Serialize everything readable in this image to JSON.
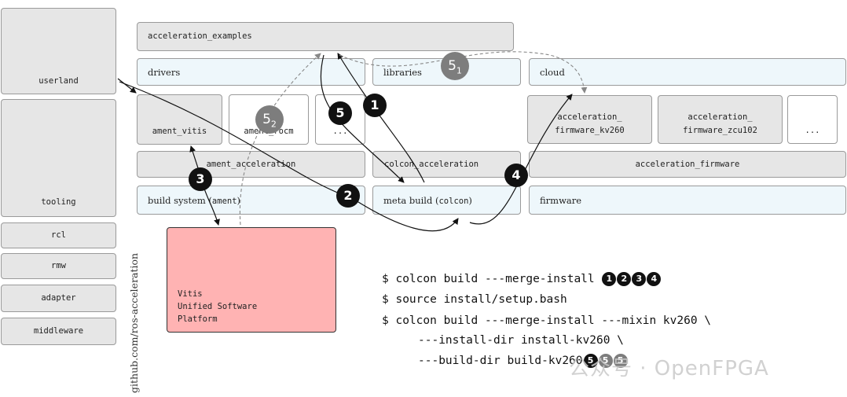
{
  "layers": {
    "userland": "userland",
    "tooling": "tooling",
    "rcl": "rcl",
    "rmw": "rmw",
    "adapter": "adapter",
    "middleware": "middleware"
  },
  "top": {
    "acceleration_examples": "acceleration_examples",
    "drivers": "drivers",
    "libraries": "libraries",
    "cloud": "cloud"
  },
  "packages": {
    "ament_vitis": "ament_vitis",
    "ament_rocm": "ament_rocm",
    "ellipsis_1": "...",
    "firmware_kv260_l1": "acceleration_",
    "firmware_kv260_l2": "firmware_kv260",
    "firmware_zcu102_l1": "acceleration_",
    "firmware_zcu102_l2": "firmware_zcu102",
    "ellipsis_2": "..."
  },
  "tooling_row": {
    "ament_acceleration": "ament_acceleration",
    "colcon_acceleration": "colcon_acceleration",
    "acceleration_firmware": "acceleration_firmware"
  },
  "build_row": {
    "build_system_prefix": "build system (",
    "build_system_code": "ament",
    "build_system_suffix": ")",
    "meta_build_prefix": "meta build (",
    "meta_build_code": "colcon",
    "meta_build_suffix": ")",
    "firmware": "firmware"
  },
  "vitis": {
    "line1": "Vitis",
    "line2": "Unified Software",
    "line3": "Platform"
  },
  "badges": {
    "b1": "1",
    "b2": "2",
    "b3": "3",
    "b4": "4",
    "b5": "5",
    "b51": "5",
    "b51_sub": "1",
    "b52": "5",
    "b52_sub": "2"
  },
  "commands": {
    "c1_prompt": "$",
    "c1_text": "colcon build ---merge-install",
    "c1_badges": [
      "1",
      "2",
      "3",
      "4"
    ],
    "c2_prompt": "$",
    "c2_text": "source install/setup.bash",
    "c3_prompt": "$",
    "c3_text": "colcon build ---merge-install ---mixin kv260 \\",
    "c4_text": "---install-dir install-kv260 \\",
    "c5_text": "---build-dir build-kv260",
    "c5_badges": [
      "5",
      "5",
      "5"
    ]
  },
  "side_url": "github.com/ros-acceleration",
  "watermark": "公众号 · OpenFPGA"
}
